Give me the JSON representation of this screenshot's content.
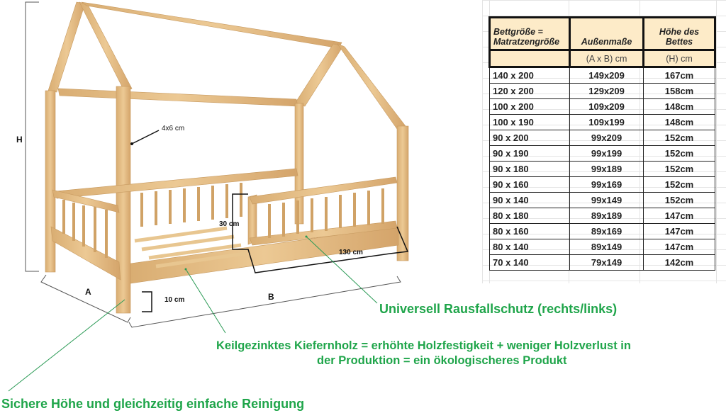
{
  "diagram": {
    "dimension_labels": {
      "height": "H",
      "width": "A",
      "length": "B",
      "post_size": "4x6 cm",
      "rail_height": "30 cm",
      "rail_length": "130 cm",
      "floor_clearance": "10 cm"
    },
    "callouts": {
      "rail": "Universell Rausfallschutz (rechts/links)",
      "wood_line1": "Keilgezinktes Kiefernholz = erhöhte Holzfestigkeit + weniger Holzverlust in",
      "wood_line2": "der Produktion = ein ökologischeres Produkt",
      "height": "Sichere Höhe und gleichzeitig einfache Reinigung"
    },
    "colors": {
      "callout_green": "#1fa54a",
      "wood": "#e2bb85",
      "header_fill": "#fdebc8"
    }
  },
  "table": {
    "headers": {
      "col1": "Bettgröße = Matratzengröße",
      "col1_line1": "Bettgröße =",
      "col1_line2": "Matratzengröße",
      "col2": "Außenmaße",
      "col3_line1": "Höhe des",
      "col3_line2": "Bettes",
      "col1_unit": "",
      "col2_unit": "(A x B) cm",
      "col3_unit": "(H) cm"
    },
    "rows": [
      {
        "size": "140 x 200",
        "outer": "149x209",
        "height": "167cm"
      },
      {
        "size": "120 x 200",
        "outer": "129x209",
        "height": "158cm"
      },
      {
        "size": "100 x 200",
        "outer": "109x209",
        "height": "148cm"
      },
      {
        "size": "100 x 190",
        "outer": "109x199",
        "height": "148cm"
      },
      {
        "size": "90 x 200",
        "outer": "99x209",
        "height": "152cm"
      },
      {
        "size": "90 x 190",
        "outer": "99x199",
        "height": "152cm"
      },
      {
        "size": "90 x 180",
        "outer": "99x189",
        "height": "152cm"
      },
      {
        "size": "90 x 160",
        "outer": "99x169",
        "height": "152cm"
      },
      {
        "size": "90 x 140",
        "outer": "99x149",
        "height": "152cm"
      },
      {
        "size": "80 x 180",
        "outer": "89x189",
        "height": "147cm"
      },
      {
        "size": "80 x 160",
        "outer": "89x169",
        "height": "147cm"
      },
      {
        "size": "80 x 140",
        "outer": "89x149",
        "height": "147cm"
      },
      {
        "size": "70 x 140",
        "outer": "79x149",
        "height": "142cm"
      }
    ]
  }
}
